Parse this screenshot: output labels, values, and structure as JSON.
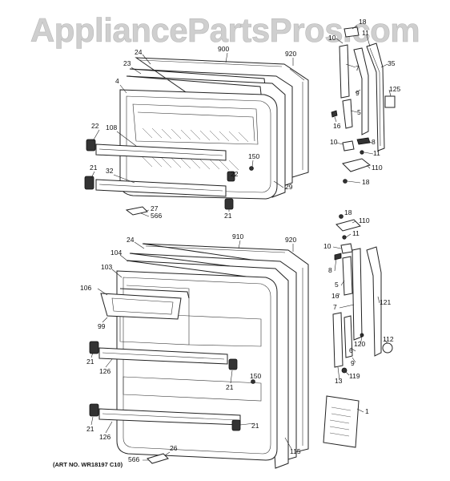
{
  "watermark": "AppliancePartsPros.com",
  "art_number": "(ART NO. WR18197 C10)",
  "upper_door": {
    "labels": [
      "24",
      "900",
      "920",
      "23",
      "4",
      "22",
      "108",
      "150",
      "22",
      "21",
      "32",
      "29",
      "27",
      "566",
      "21"
    ]
  },
  "upper_hinge": {
    "labels": [
      "18",
      "10",
      "11",
      "7",
      "35",
      "125",
      "9",
      "16",
      "5",
      "10",
      "8",
      "11",
      "110",
      "18"
    ]
  },
  "lower_door": {
    "labels": [
      "24",
      "910",
      "920",
      "104",
      "103",
      "106",
      "99",
      "21",
      "126",
      "150",
      "21",
      "21",
      "126",
      "21",
      "26",
      "566",
      "115"
    ]
  },
  "lower_hinge": {
    "labels": [
      "18",
      "110",
      "11",
      "10",
      "8",
      "5",
      "16",
      "121",
      "7",
      "120",
      "112",
      "6",
      "9",
      "119",
      "13",
      "1"
    ]
  }
}
